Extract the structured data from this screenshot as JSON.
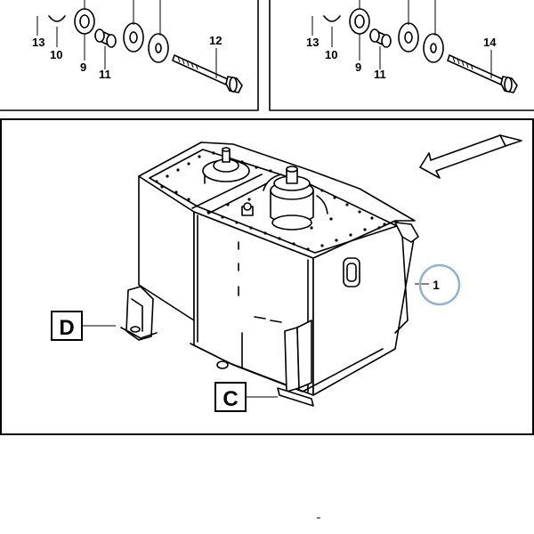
{
  "diagram": {
    "top_left_panel": {
      "callouts": [
        "13",
        "10",
        "9",
        "11",
        "12"
      ]
    },
    "top_right_panel": {
      "callouts": [
        "13",
        "10",
        "9",
        "11",
        "14"
      ]
    },
    "main_panel": {
      "item_callout": "1",
      "view_label_d": "D",
      "view_label_c": "C",
      "highlight_color": "#8fb4d6"
    }
  }
}
